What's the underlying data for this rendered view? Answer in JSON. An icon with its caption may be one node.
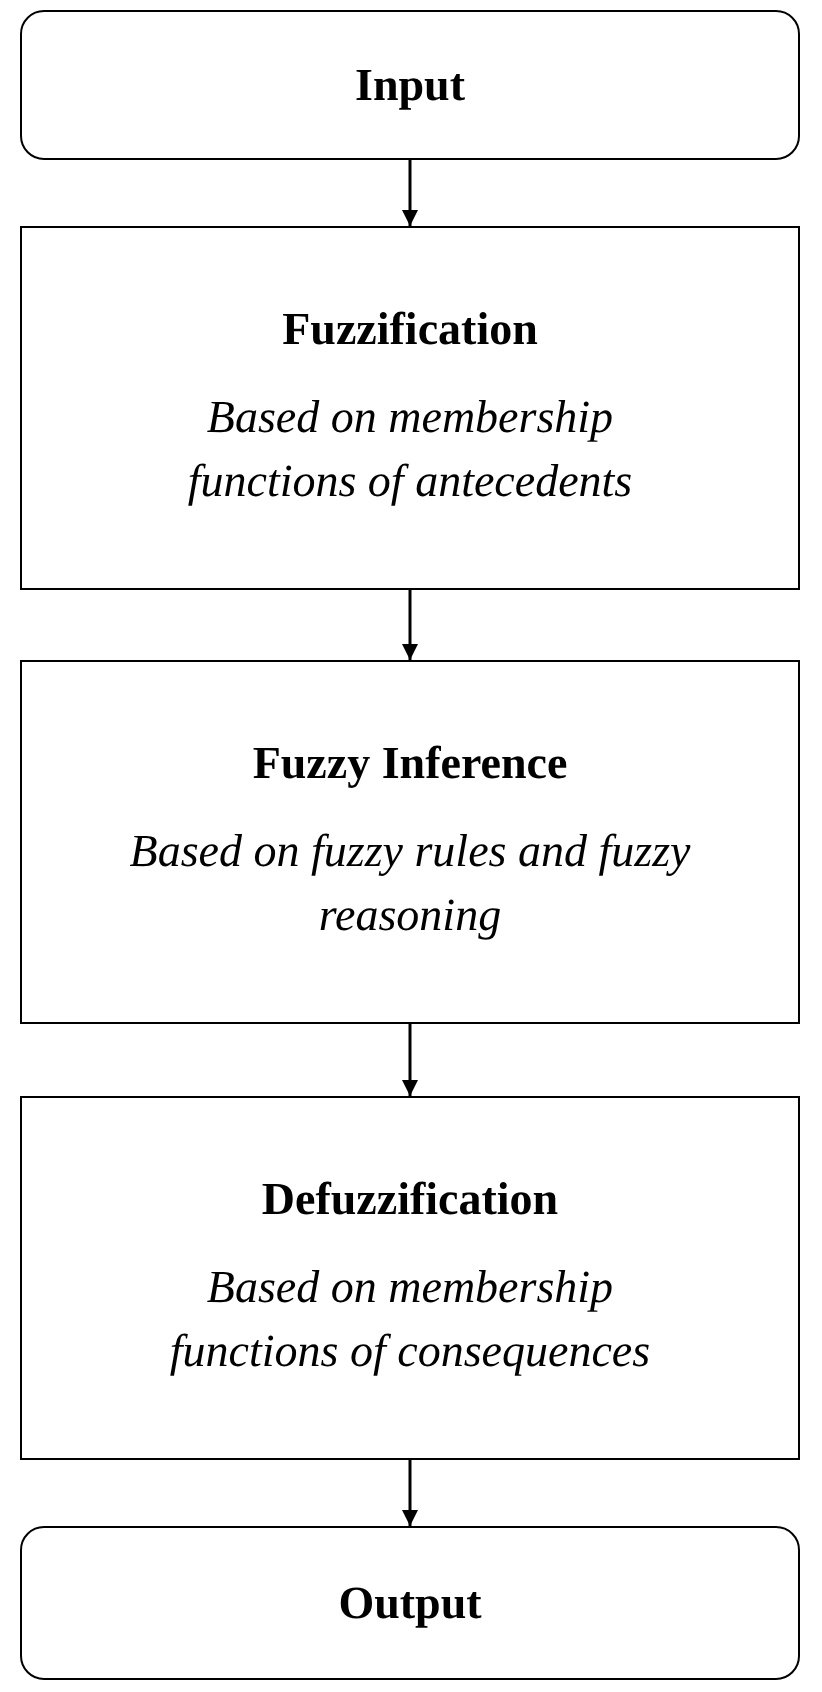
{
  "diagram": {
    "nodes": [
      {
        "text": [
          "Input"
        ]
      },
      {
        "text": [
          "Fuzzification",
          "Based on membership functions of antecedents"
        ]
      },
      {
        "text": [
          "Fuzzy Inference",
          "Based on fuzzy rules and fuzzy reasoning"
        ]
      },
      {
        "text": [
          "Defuzzification",
          "Based on membership functions of consequences"
        ]
      },
      {
        "text": [
          "Output"
        ]
      }
    ],
    "edges": [
      {
        "from": 0,
        "to": 1,
        "arrow": "to"
      },
      {
        "from": 1,
        "to": 2,
        "arrow": "to"
      },
      {
        "from": 2,
        "to": 3,
        "arrow": "to"
      },
      {
        "from": 3,
        "to": 4,
        "arrow": "to"
      }
    ]
  }
}
